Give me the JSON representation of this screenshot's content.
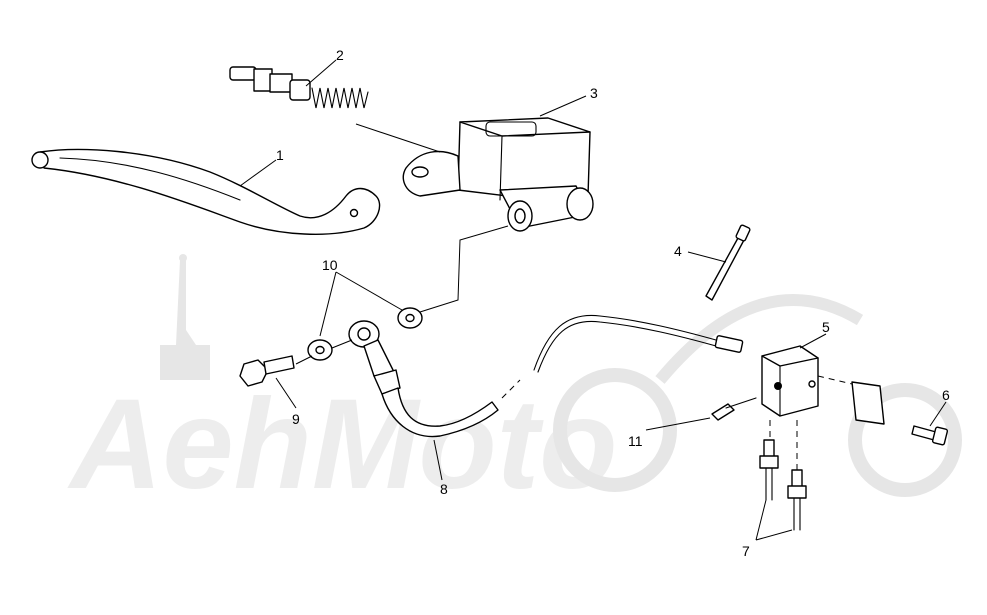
{
  "callouts": {
    "c1": "1",
    "c2": "2",
    "c3": "3",
    "c4": "4",
    "c5": "5",
    "c6": "6",
    "c7": "7",
    "c8": "8",
    "c9": "9",
    "c10": "10",
    "c11": "11"
  },
  "watermark": {
    "text": "AehMoto",
    "color": "#e8e8e8"
  }
}
